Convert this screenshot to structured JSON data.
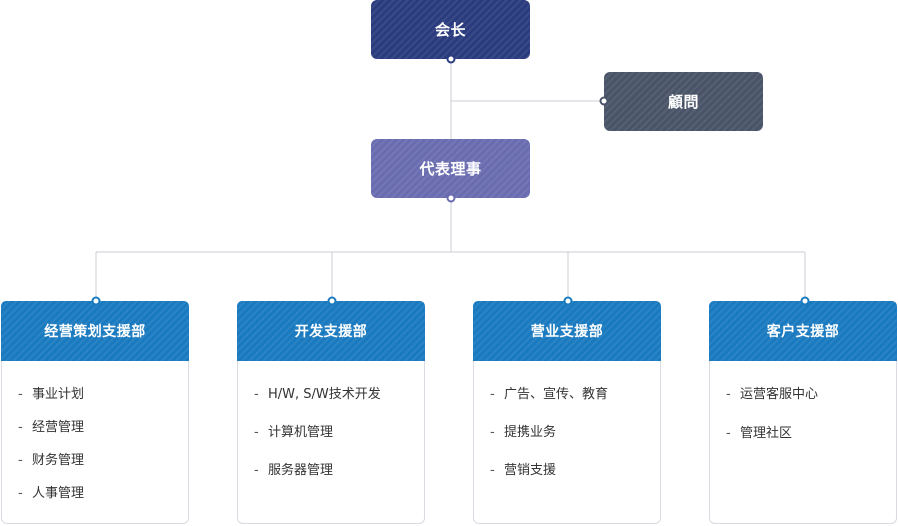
{
  "chairman": {
    "label": "会长"
  },
  "advisor": {
    "label": "顧問"
  },
  "ceo": {
    "label": "代表理事"
  },
  "departments": [
    {
      "title": "经营策划支援部",
      "items": [
        "事业计划",
        "经营管理",
        "财务管理",
        "人事管理"
      ]
    },
    {
      "title": "开发支援部",
      "items": [
        "H/W, S/W技术开发",
        "计算机管理",
        "服务器管理"
      ]
    },
    {
      "title": "营业支援部",
      "items": [
        "广告、宣传、教育",
        "提携业务",
        "营销支援"
      ]
    },
    {
      "title": "客户支援部",
      "items": [
        "运营客服中心",
        "管理社区"
      ]
    }
  ],
  "colors": {
    "chairman": "#2a3c7e",
    "advisor": "#4a5468",
    "ceo": "#6a6cb0",
    "department_header": "#1a7ac0",
    "connector": "#c8ccd4"
  }
}
